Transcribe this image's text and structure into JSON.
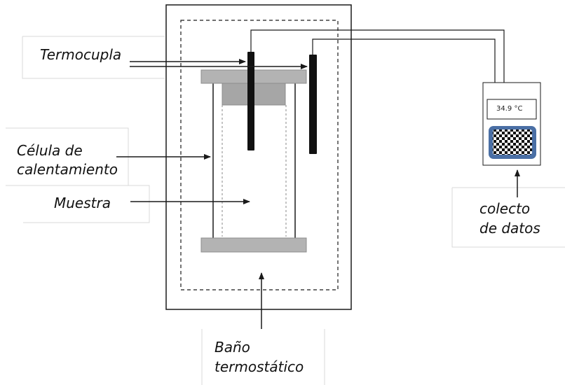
{
  "labels": {
    "thermocouple": "Termocupla",
    "heating_cell_line1": "Célula de",
    "heating_cell_line2": "calentamiento",
    "sample": "Muestra",
    "bath_line1": "Baño",
    "bath_line2": "termostático",
    "logger_line1": "colecto",
    "logger_line2": "de datos"
  },
  "device": {
    "temperature_readout": "34.9 °C"
  },
  "colors": {
    "line": "#1a1a1a",
    "flange": "#b3b3b3",
    "flange_border": "#8c8c8c",
    "cap": "#a6a6a6",
    "keypad_border": "#4a6fa5",
    "label_box_border": "#d9d9d9",
    "probe": "#111111"
  }
}
